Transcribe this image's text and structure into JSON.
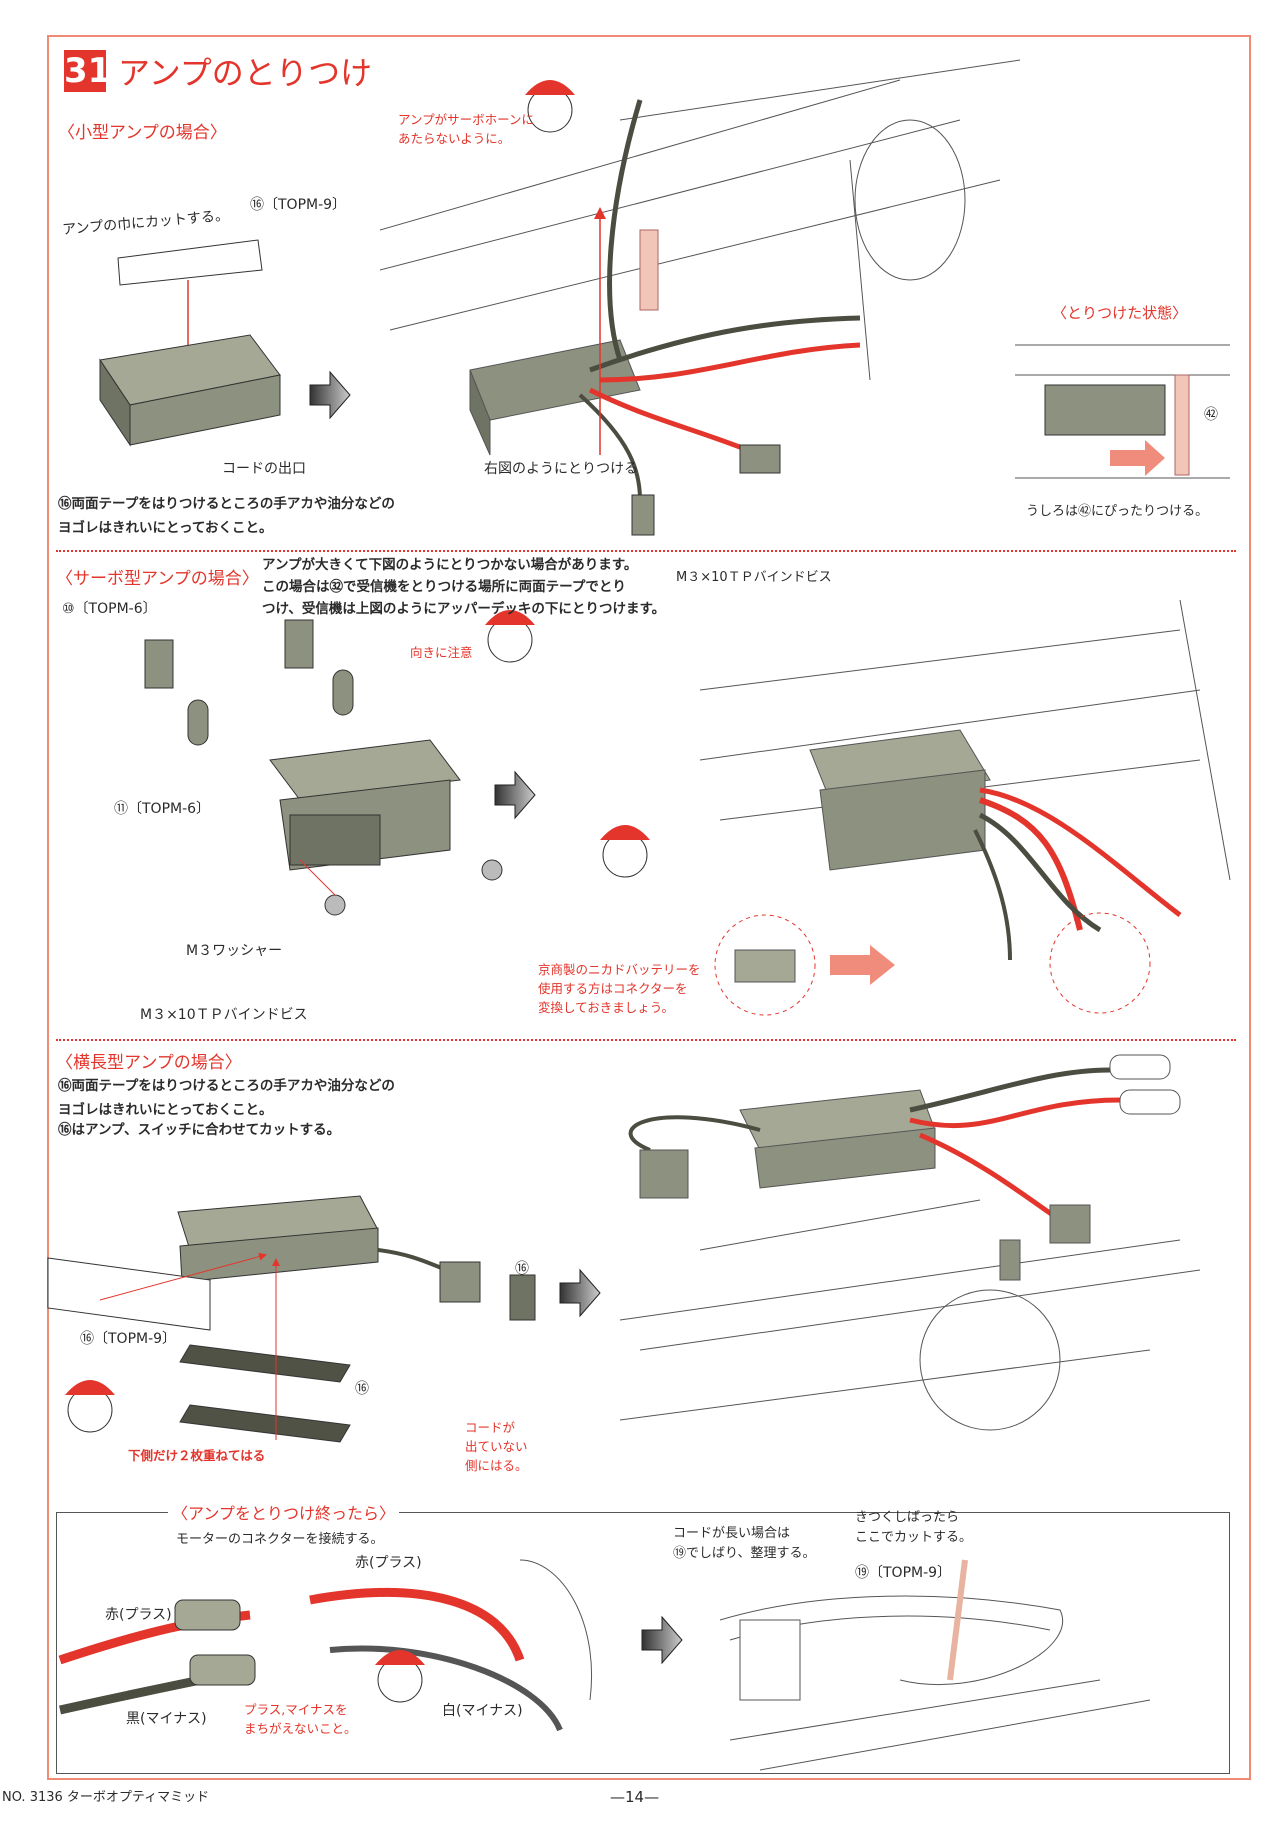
{
  "header": {
    "step_number": "31",
    "title": "アンプのとりつけ"
  },
  "small_amp": {
    "heading": "〈小型アンプの場合〉",
    "mascot_note": [
      "アンプがサーボホーンに",
      "あたらないように。"
    ],
    "cut_note": "アンプの巾にカットする。",
    "tape_label": "⑯〔TOPM-9〕",
    "cord_exit": "コードの出口",
    "attach_note": "右図のようにとりつける",
    "installed_heading": "〈とりつけた状態〉",
    "part_42": "㊷",
    "back_note": "うしろは㊷にぴったりつける。",
    "clean_note": [
      "⑯両面テープをはりつけるところの手アカや油分などの",
      "ヨゴレはきれいにとっておくこと。"
    ]
  },
  "servo_amp": {
    "heading": "〈サーボ型アンプの場合〉",
    "description": [
      "アンプが大きくて下図のようにとりつかない場合があります。",
      "この場合は㉜で受信機をとりつける場所に両面テープでとり",
      "つけ、受信機は上図のようにアッパーデッキの下にとりつけます。"
    ],
    "screw_top": "M３×10ＴＰバインドビス",
    "part_100": "⑩〔TOPM-6〕",
    "direction_note": "向きに注意",
    "part_110": "⑪〔TOPM-6〕",
    "washer": "M３ワッシャー",
    "screw_bottom": "M３×10ＴＰバインドビス",
    "battery_note": [
      "京商製のニカドバッテリーを",
      "使用する方はコネクターを",
      "変換しておきましょう。"
    ]
  },
  "wide_amp": {
    "heading": "〈横長型アンプの場合〉",
    "clean_note": [
      "⑯両面テープをはりつけるところの手アカや油分などの",
      "ヨゴレはきれいにとっておくこと。"
    ],
    "cut_note": "⑯はアンプ、スイッチに合わせてカットする。",
    "part_116_a": "⑯",
    "tape_label": "⑯〔TOPM-9〕",
    "part_116_b": "⑯",
    "double_note": "下側だけ２枚重ねてはる",
    "side_note": [
      "コードが",
      "出ていない",
      "側にはる。"
    ]
  },
  "after_install": {
    "heading": "〈アンプをとりつけ終ったら〉",
    "connect_note": "モーターのコネクターを接続する。",
    "red_plus_right": "赤(プラス)",
    "red_plus_left": "赤(プラス)",
    "black_minus": "黒(マイナス)",
    "white_minus": "白(マイナス)",
    "polarity_note": [
      "プラス,マイナスを",
      "まちがえないこと。"
    ],
    "long_cord_note": [
      "コードが長い場合は",
      "⑲でしばり、整理する。"
    ],
    "cut_note": [
      "きつくしばったら",
      "ここでカットする。"
    ],
    "tie_label": "⑲〔TOPM-9〕"
  },
  "footer": {
    "model": "NO. 3136 ターボオプティマミッド",
    "page": "—14—"
  },
  "colors": {
    "accent": "#e3352b",
    "frame": "#ef8a74",
    "amp_gray": "#8d917f",
    "wire_dark": "#4a4d40",
    "tie": "#e8b3a0"
  },
  "icons": [
    "right-arrow-icon",
    "mascot-icon",
    "up-arrow-icon"
  ]
}
